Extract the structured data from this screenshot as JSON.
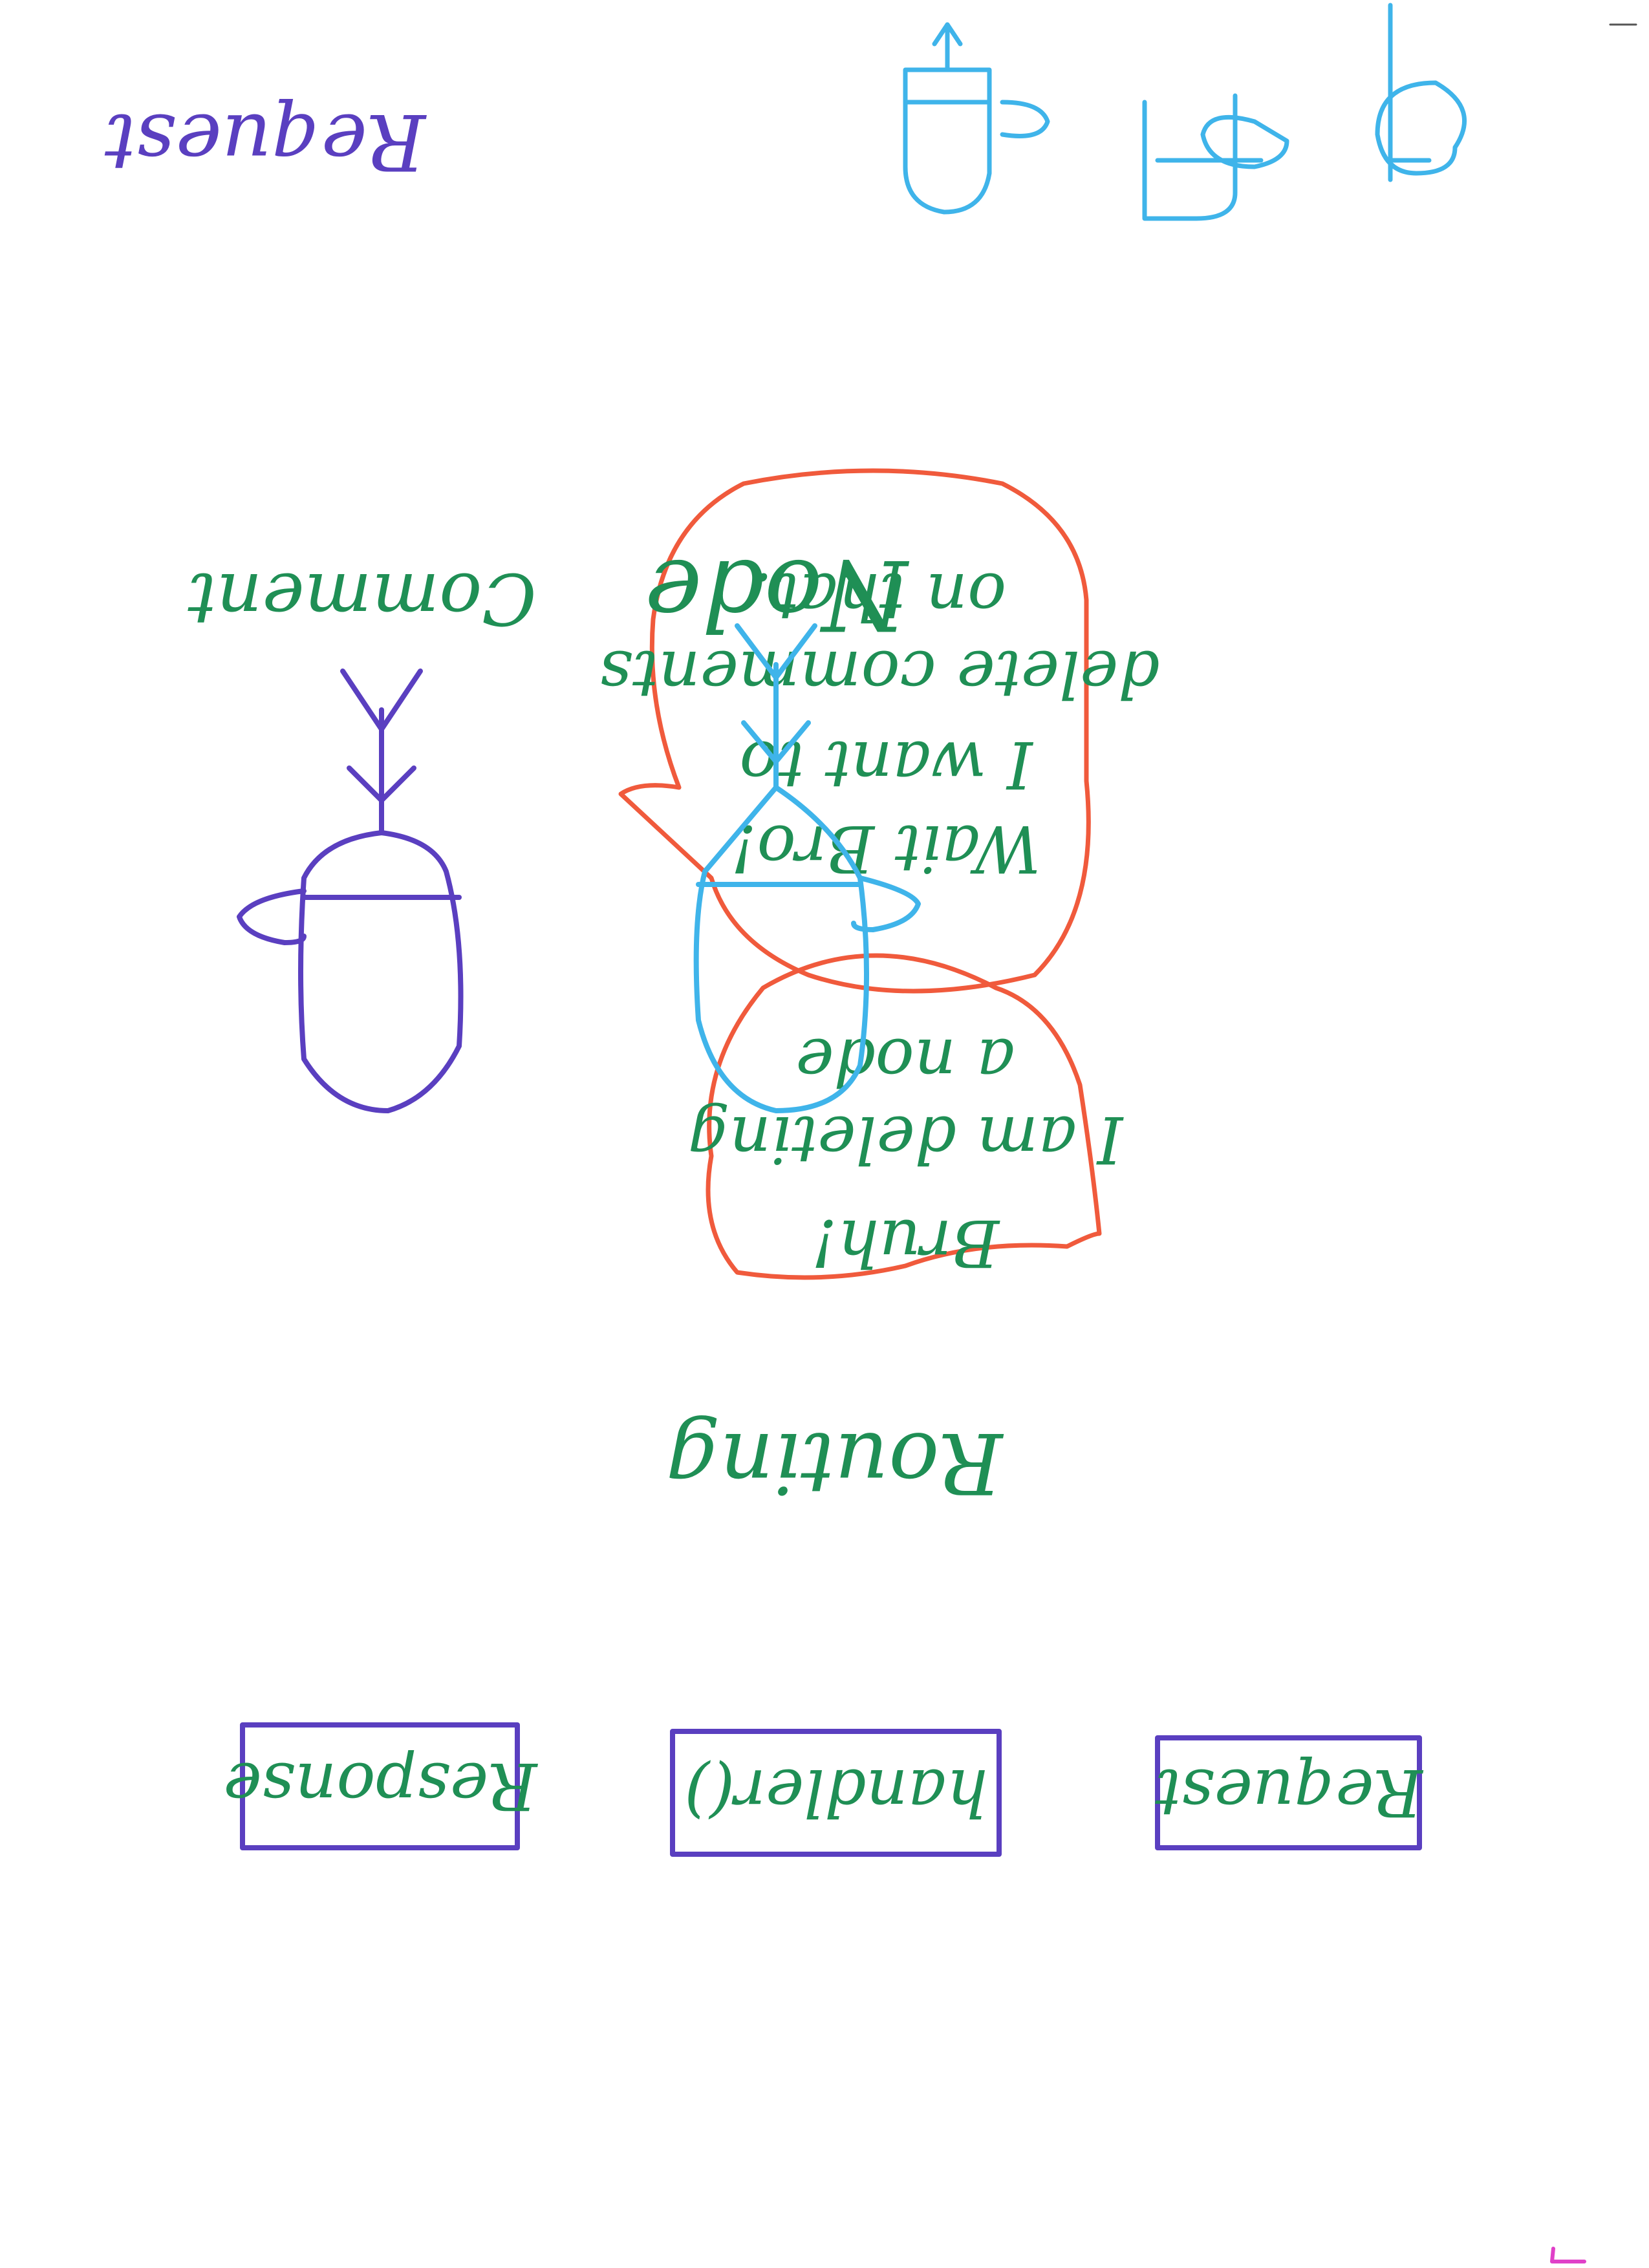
{
  "canvas": {
    "background": "#ffffff",
    "orientation": "upside-down"
  },
  "colors": {
    "green": "#1f8f55",
    "orange": "#f05a3c",
    "purple": "#5a3fc0",
    "blue": "#3fb4ea",
    "magenta": "#e040c8"
  },
  "labels": {
    "request_top": "Request",
    "node": "Node",
    "comment": "Comment",
    "routing": "Routing"
  },
  "bubble_wait": [
    "Wait Bro!",
    "I want to",
    "delete comments",
    "on that."
  ],
  "bubble_bruh": [
    "Bruh!",
    "I am deleting",
    "a node"
  ],
  "flow": {
    "boxes": [
      {
        "label": "Request"
      },
      {
        "label": "handler()"
      },
      {
        "label": "Response"
      }
    ]
  },
  "characters": [
    {
      "name": "node-character",
      "color": "#3fb4ea"
    },
    {
      "name": "comment-character",
      "color": "#5a3fc0"
    }
  ]
}
